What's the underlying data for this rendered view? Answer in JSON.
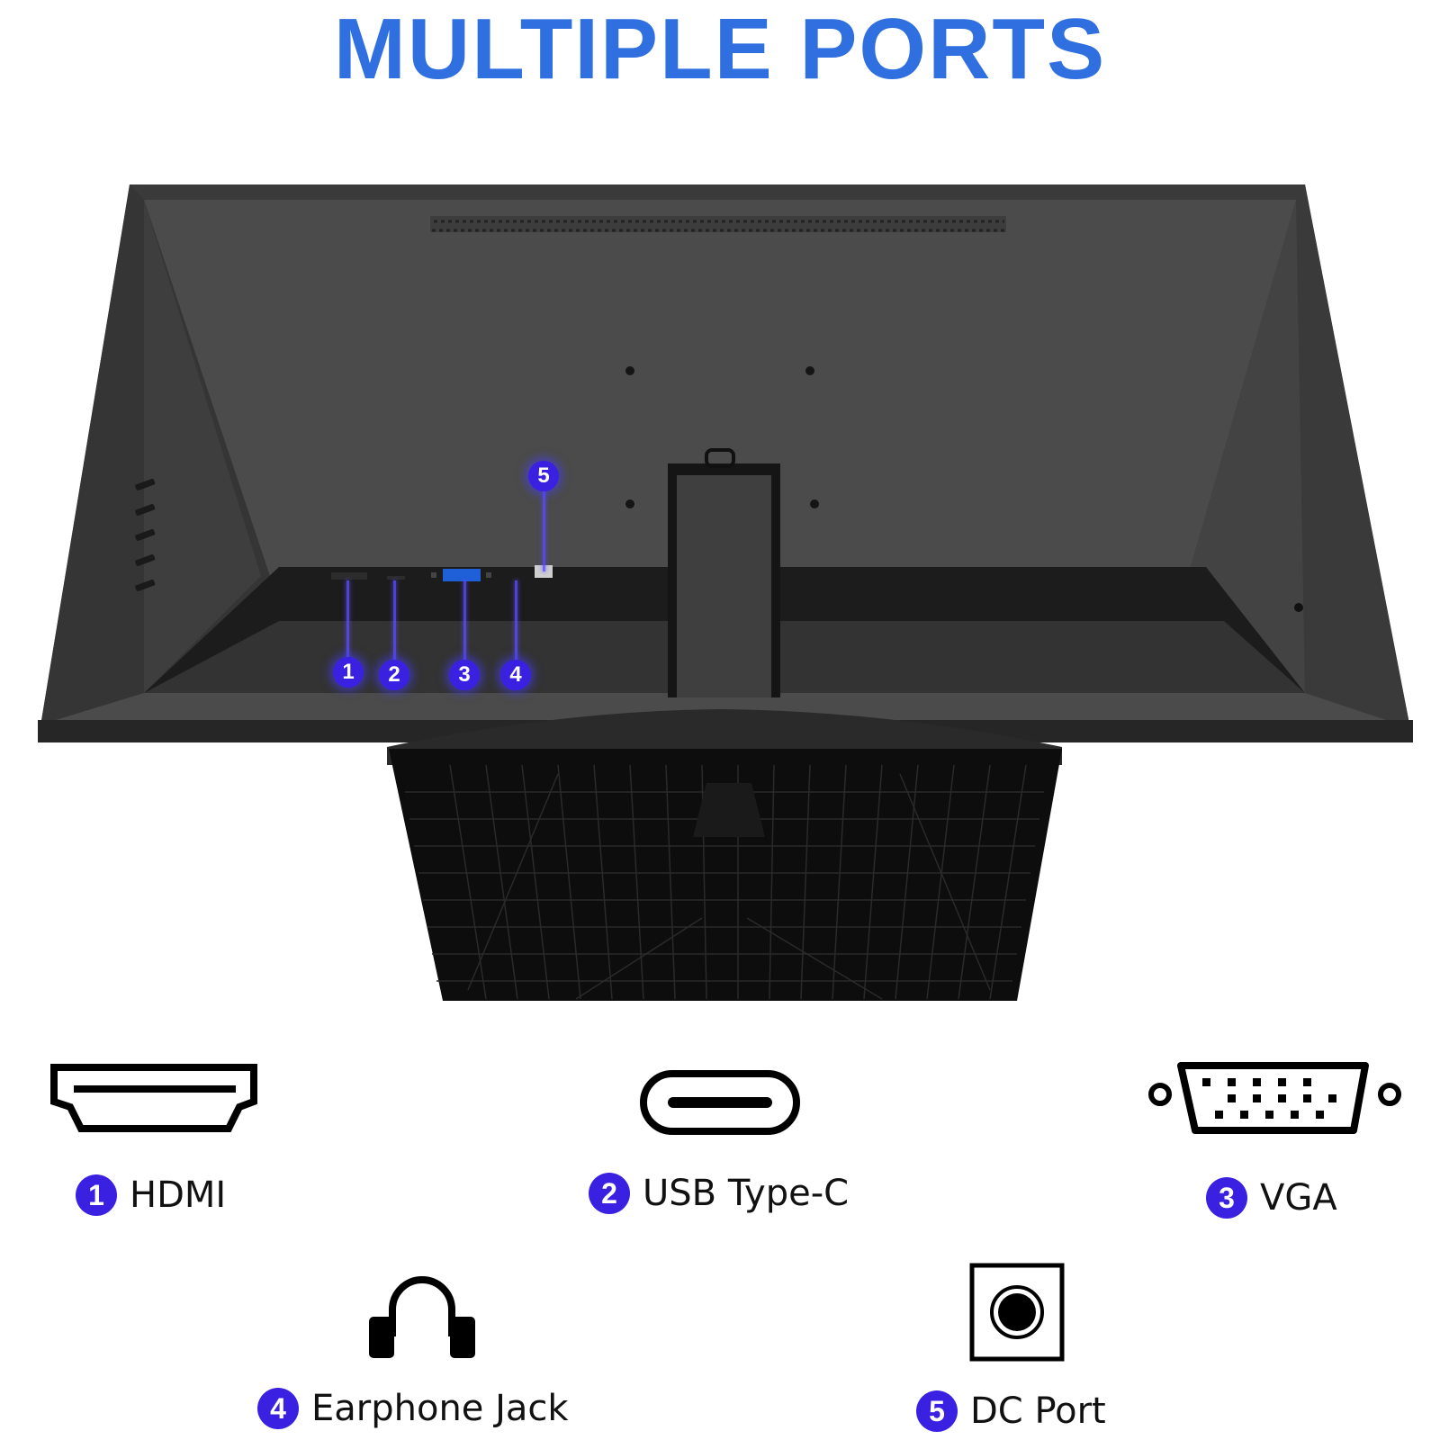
{
  "title": "MULTIPLE PORTS",
  "colors": {
    "title": "#2f6fe0",
    "badge": "#3a20e0",
    "monitor_body": "#4a4a4a",
    "monitor_dark": "#1a1a1a",
    "stand_base": "#0d0d0d",
    "vga_port": "#1f5fd8"
  },
  "photo_callouts": [
    {
      "number": "1",
      "port": "HDMI"
    },
    {
      "number": "2",
      "port": "USB Type-C"
    },
    {
      "number": "3",
      "port": "VGA"
    },
    {
      "number": "4",
      "port": "Earphone Jack"
    },
    {
      "number": "5",
      "port": "DC Port"
    }
  ],
  "ports": [
    {
      "number": "1",
      "label": "HDMI",
      "icon": "hdmi-port-icon"
    },
    {
      "number": "2",
      "label": "USB Type-C",
      "icon": "usb-c-port-icon"
    },
    {
      "number": "3",
      "label": "VGA",
      "icon": "vga-port-icon"
    },
    {
      "number": "4",
      "label": "Earphone Jack",
      "icon": "headphones-icon"
    },
    {
      "number": "5",
      "label": "DC Port",
      "icon": "dc-power-port-icon"
    }
  ]
}
